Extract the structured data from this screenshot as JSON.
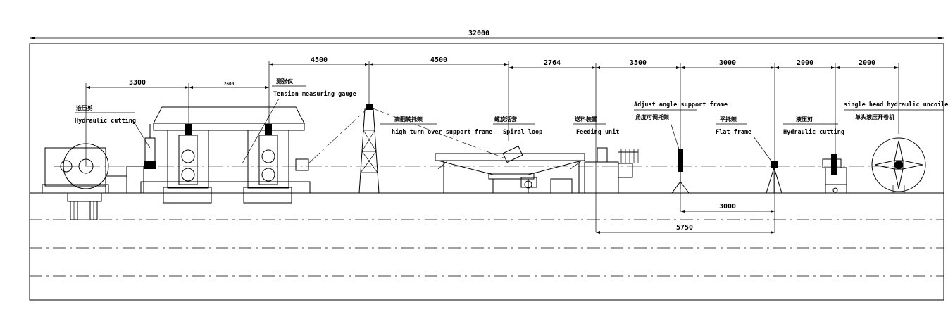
{
  "drawing": {
    "overall_length": "32000",
    "dimensions_top": [
      "3300",
      "2600",
      "4500",
      "4500",
      "2764",
      "3500",
      "3000",
      "2000",
      "2000"
    ],
    "dimensions_bottom": [
      "3000",
      "5750"
    ]
  },
  "labels": {
    "hydraulic_cutting_left_cn": "液压剪",
    "hydraulic_cutting_left_en": "Hydraulic cutting",
    "tension_gauge_cn": "测张仪",
    "tension_gauge_en": "Tension measuring gauge",
    "high_turn_cn": "高翻转托架",
    "high_turn_en": "high turn over support frame",
    "spiral_loop_cn": "螺旋活套",
    "spiral_loop_en": "Spiral loop",
    "feeding_unit_cn": "送料装置",
    "feeding_unit_en": "Feeding unit",
    "adjust_angle_en": "Adjust angle support frame",
    "adjust_angle_cn": "角度可调托架",
    "flat_frame_cn": "平托架",
    "flat_frame_en": "Flat frame",
    "hydraulic_cutting_right_cn": "液压剪",
    "hydraulic_cutting_right_en": "Hydraulic cutting",
    "uncoiler_en": "single head hydraulic uncoiler",
    "uncoiler_cn": "单头液压开卷机"
  }
}
